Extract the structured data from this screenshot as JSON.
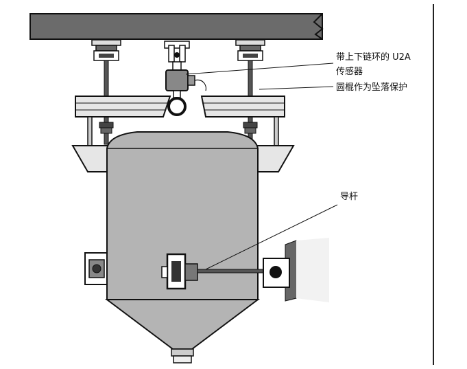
{
  "annotations": {
    "u2a_line1": "带上下链环的 U2A",
    "u2a_line2": "传感器",
    "round_bar": "圆棍作为坠落保护",
    "guide_rod": "导杆"
  },
  "colors": {
    "beam": "#6b6b6b",
    "vessel": "#b4b4b4",
    "stroke": "#111111",
    "bracket": "#e6e6e6",
    "shadow": "#d8d8d8"
  }
}
